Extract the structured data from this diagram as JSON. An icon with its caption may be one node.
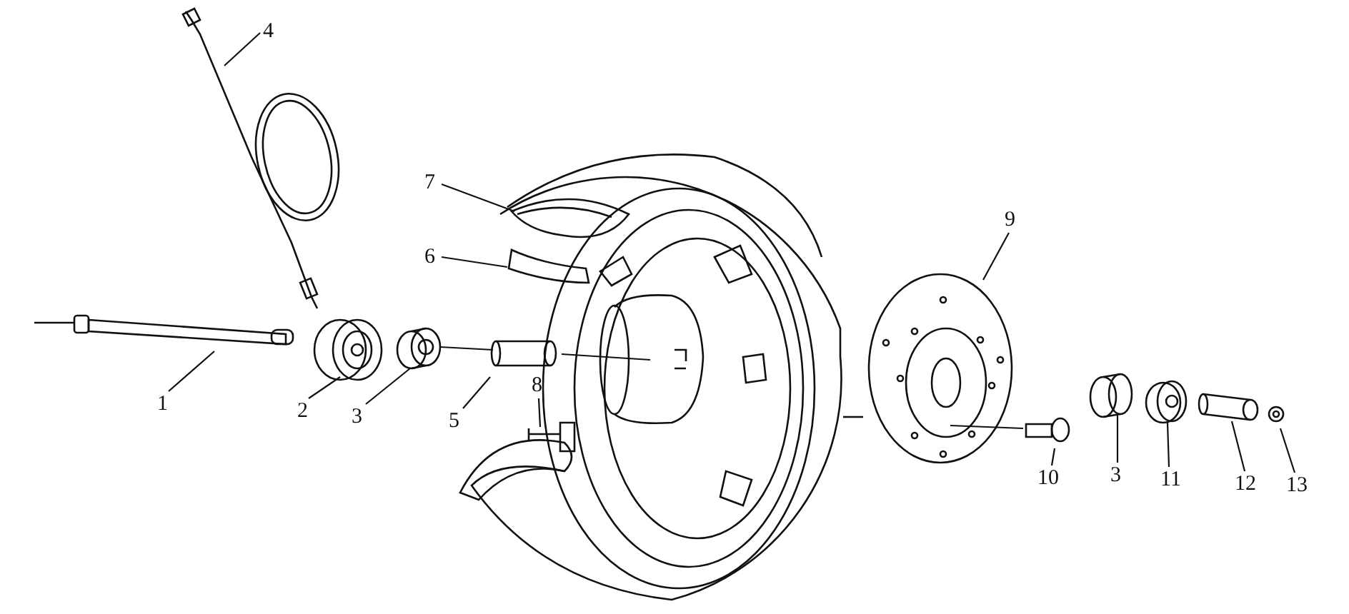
{
  "diagram": {
    "nodes": [
      {
        "text": [
          "1"
        ]
      },
      {
        "text": [
          "2"
        ]
      },
      {
        "text": [
          "3"
        ]
      },
      {
        "text": [
          "4"
        ]
      },
      {
        "text": [
          "5"
        ]
      },
      {
        "text": [
          "6"
        ]
      },
      {
        "text": [
          "7"
        ]
      },
      {
        "text": [
          "8"
        ]
      },
      {
        "text": [
          "9"
        ]
      },
      {
        "text": [
          "10"
        ]
      },
      {
        "text": [
          "3"
        ]
      },
      {
        "text": [
          "11"
        ]
      },
      {
        "text": [
          "12"
        ]
      },
      {
        "text": [
          "13"
        ]
      }
    ],
    "edges": [
      {
        "from": 0,
        "to": null,
        "arrow": "none"
      },
      {
        "from": 1,
        "to": null,
        "arrow": "none"
      },
      {
        "from": 2,
        "to": null,
        "arrow": "none"
      },
      {
        "from": 3,
        "to": null,
        "arrow": "none"
      },
      {
        "from": 4,
        "to": null,
        "arrow": "none"
      },
      {
        "from": 5,
        "to": null,
        "arrow": "none"
      },
      {
        "from": 6,
        "to": null,
        "arrow": "none"
      },
      {
        "from": 7,
        "to": null,
        "arrow": "none"
      },
      {
        "from": 8,
        "to": null,
        "arrow": "none"
      },
      {
        "from": 9,
        "to": null,
        "arrow": "none"
      },
      {
        "from": 10,
        "to": null,
        "arrow": "none"
      },
      {
        "from": 11,
        "to": null,
        "arrow": "none"
      },
      {
        "from": 12,
        "to": null,
        "arrow": "none"
      },
      {
        "from": 13,
        "to": null,
        "arrow": "none"
      }
    ]
  }
}
